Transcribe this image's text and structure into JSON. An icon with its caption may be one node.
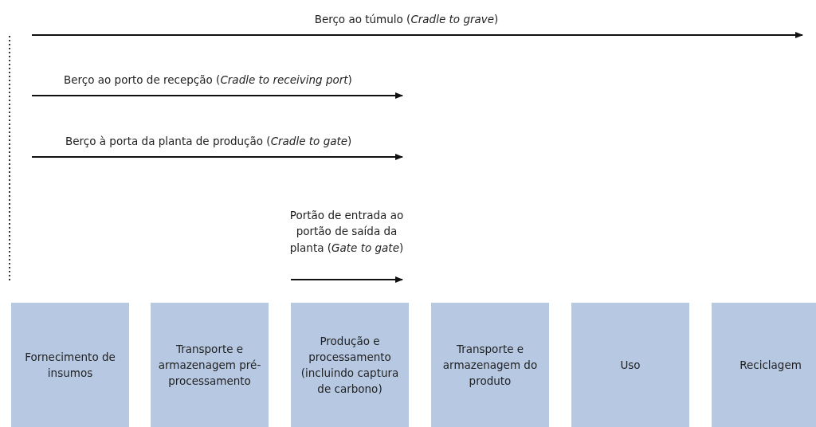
{
  "diagram": {
    "nodes": [
      {
        "text": [
          "Fornecimento de insumos"
        ]
      },
      {
        "text": [
          "Transporte e armazenagem pré-processamento"
        ]
      },
      {
        "text": [
          "Produção e processamento (incluindo captura de carbono)"
        ]
      },
      {
        "text": [
          "Transporte e armazenagem do produto"
        ]
      },
      {
        "text": [
          "Uso"
        ]
      },
      {
        "text": [
          "Reciclagem"
        ]
      }
    ],
    "labels": [
      "Berço ao túmulo (*Cradle to grave*)",
      "Berço ao porto de recepção (*Cradle to receiving port*)",
      "Berço à porta da planta de produção (*Cradle to gate*)",
      "Portão de entrada ao portão de saída da planta (*Gate to gate*)"
    ]
  }
}
